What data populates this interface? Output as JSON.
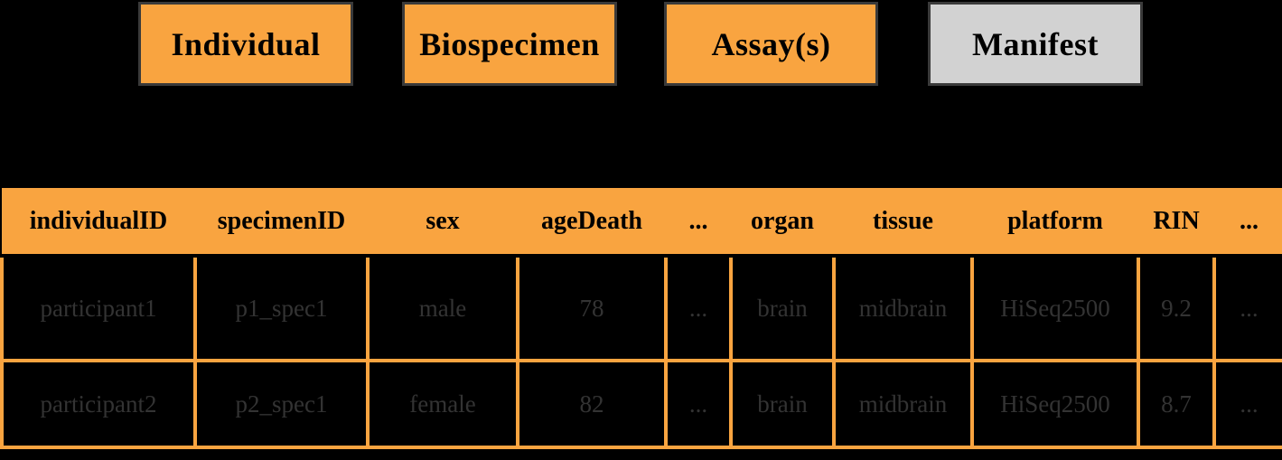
{
  "palette": {
    "background": "#000000",
    "accent_orange": "#F9A440",
    "manifest_gray": "#D2D2D2",
    "button_border": "#3A3A3A",
    "header_text": "#000000",
    "dim_cell_text": "#333333"
  },
  "buttons": [
    {
      "label": "Individual",
      "variant": "orange"
    },
    {
      "label": "Biospecimen",
      "variant": "orange"
    },
    {
      "label": "Assay(s)",
      "variant": "orange"
    },
    {
      "label": "Manifest",
      "variant": "gray"
    }
  ],
  "table": {
    "columns": [
      "individualID",
      "specimenID",
      "sex",
      "ageDeath",
      "...",
      "organ",
      "tissue",
      "platform",
      "RIN",
      "..."
    ],
    "rows": [
      [
        "participant1",
        "p1_spec1",
        "male",
        "78",
        "...",
        "brain",
        "midbrain",
        "HiSeq2500",
        "9.2",
        "..."
      ],
      [
        "participant2",
        "p2_spec1",
        "female",
        "82",
        "...",
        "brain",
        "midbrain",
        "HiSeq2500",
        "8.7",
        "..."
      ]
    ]
  }
}
